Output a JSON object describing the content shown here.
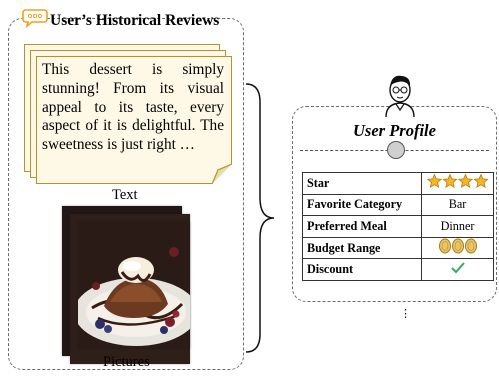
{
  "reviews_panel": {
    "title": "User’s Historical Reviews",
    "review_text": "This dessert is simply stunning! From its visual appeal to its taste, every aspect of it is delightful. The sweetness is just right …",
    "text_label": "Text",
    "pictures_label": "Pictures",
    "chat_icon": "speech-bubble-icon",
    "photo_subject": "chocolate lava cake with ice cream"
  },
  "profile_panel": {
    "title": "User Profile",
    "avatar_icon": "user-avatar-icon",
    "rows": [
      {
        "attribute": "Star",
        "value": "",
        "icon": "four-stars-icon",
        "stars": 4
      },
      {
        "attribute": "Favorite Category",
        "value": "Bar"
      },
      {
        "attribute": "Preferred Meal",
        "value": "Dinner"
      },
      {
        "attribute": "Budget Range",
        "value": "",
        "icon": "three-coins-icon",
        "coins": 3
      },
      {
        "attribute": "Discount",
        "value": "",
        "icon": "checkmark-icon"
      }
    ],
    "more_indicator": "⋮"
  },
  "colors": {
    "card_border": "#b5932a",
    "card_fill": "#fdf9e6",
    "icon_orange": "#f0a21c",
    "star_fill": "#f5b524",
    "coin_fill": "#e9c46a",
    "check_green": "#3aa86b"
  }
}
